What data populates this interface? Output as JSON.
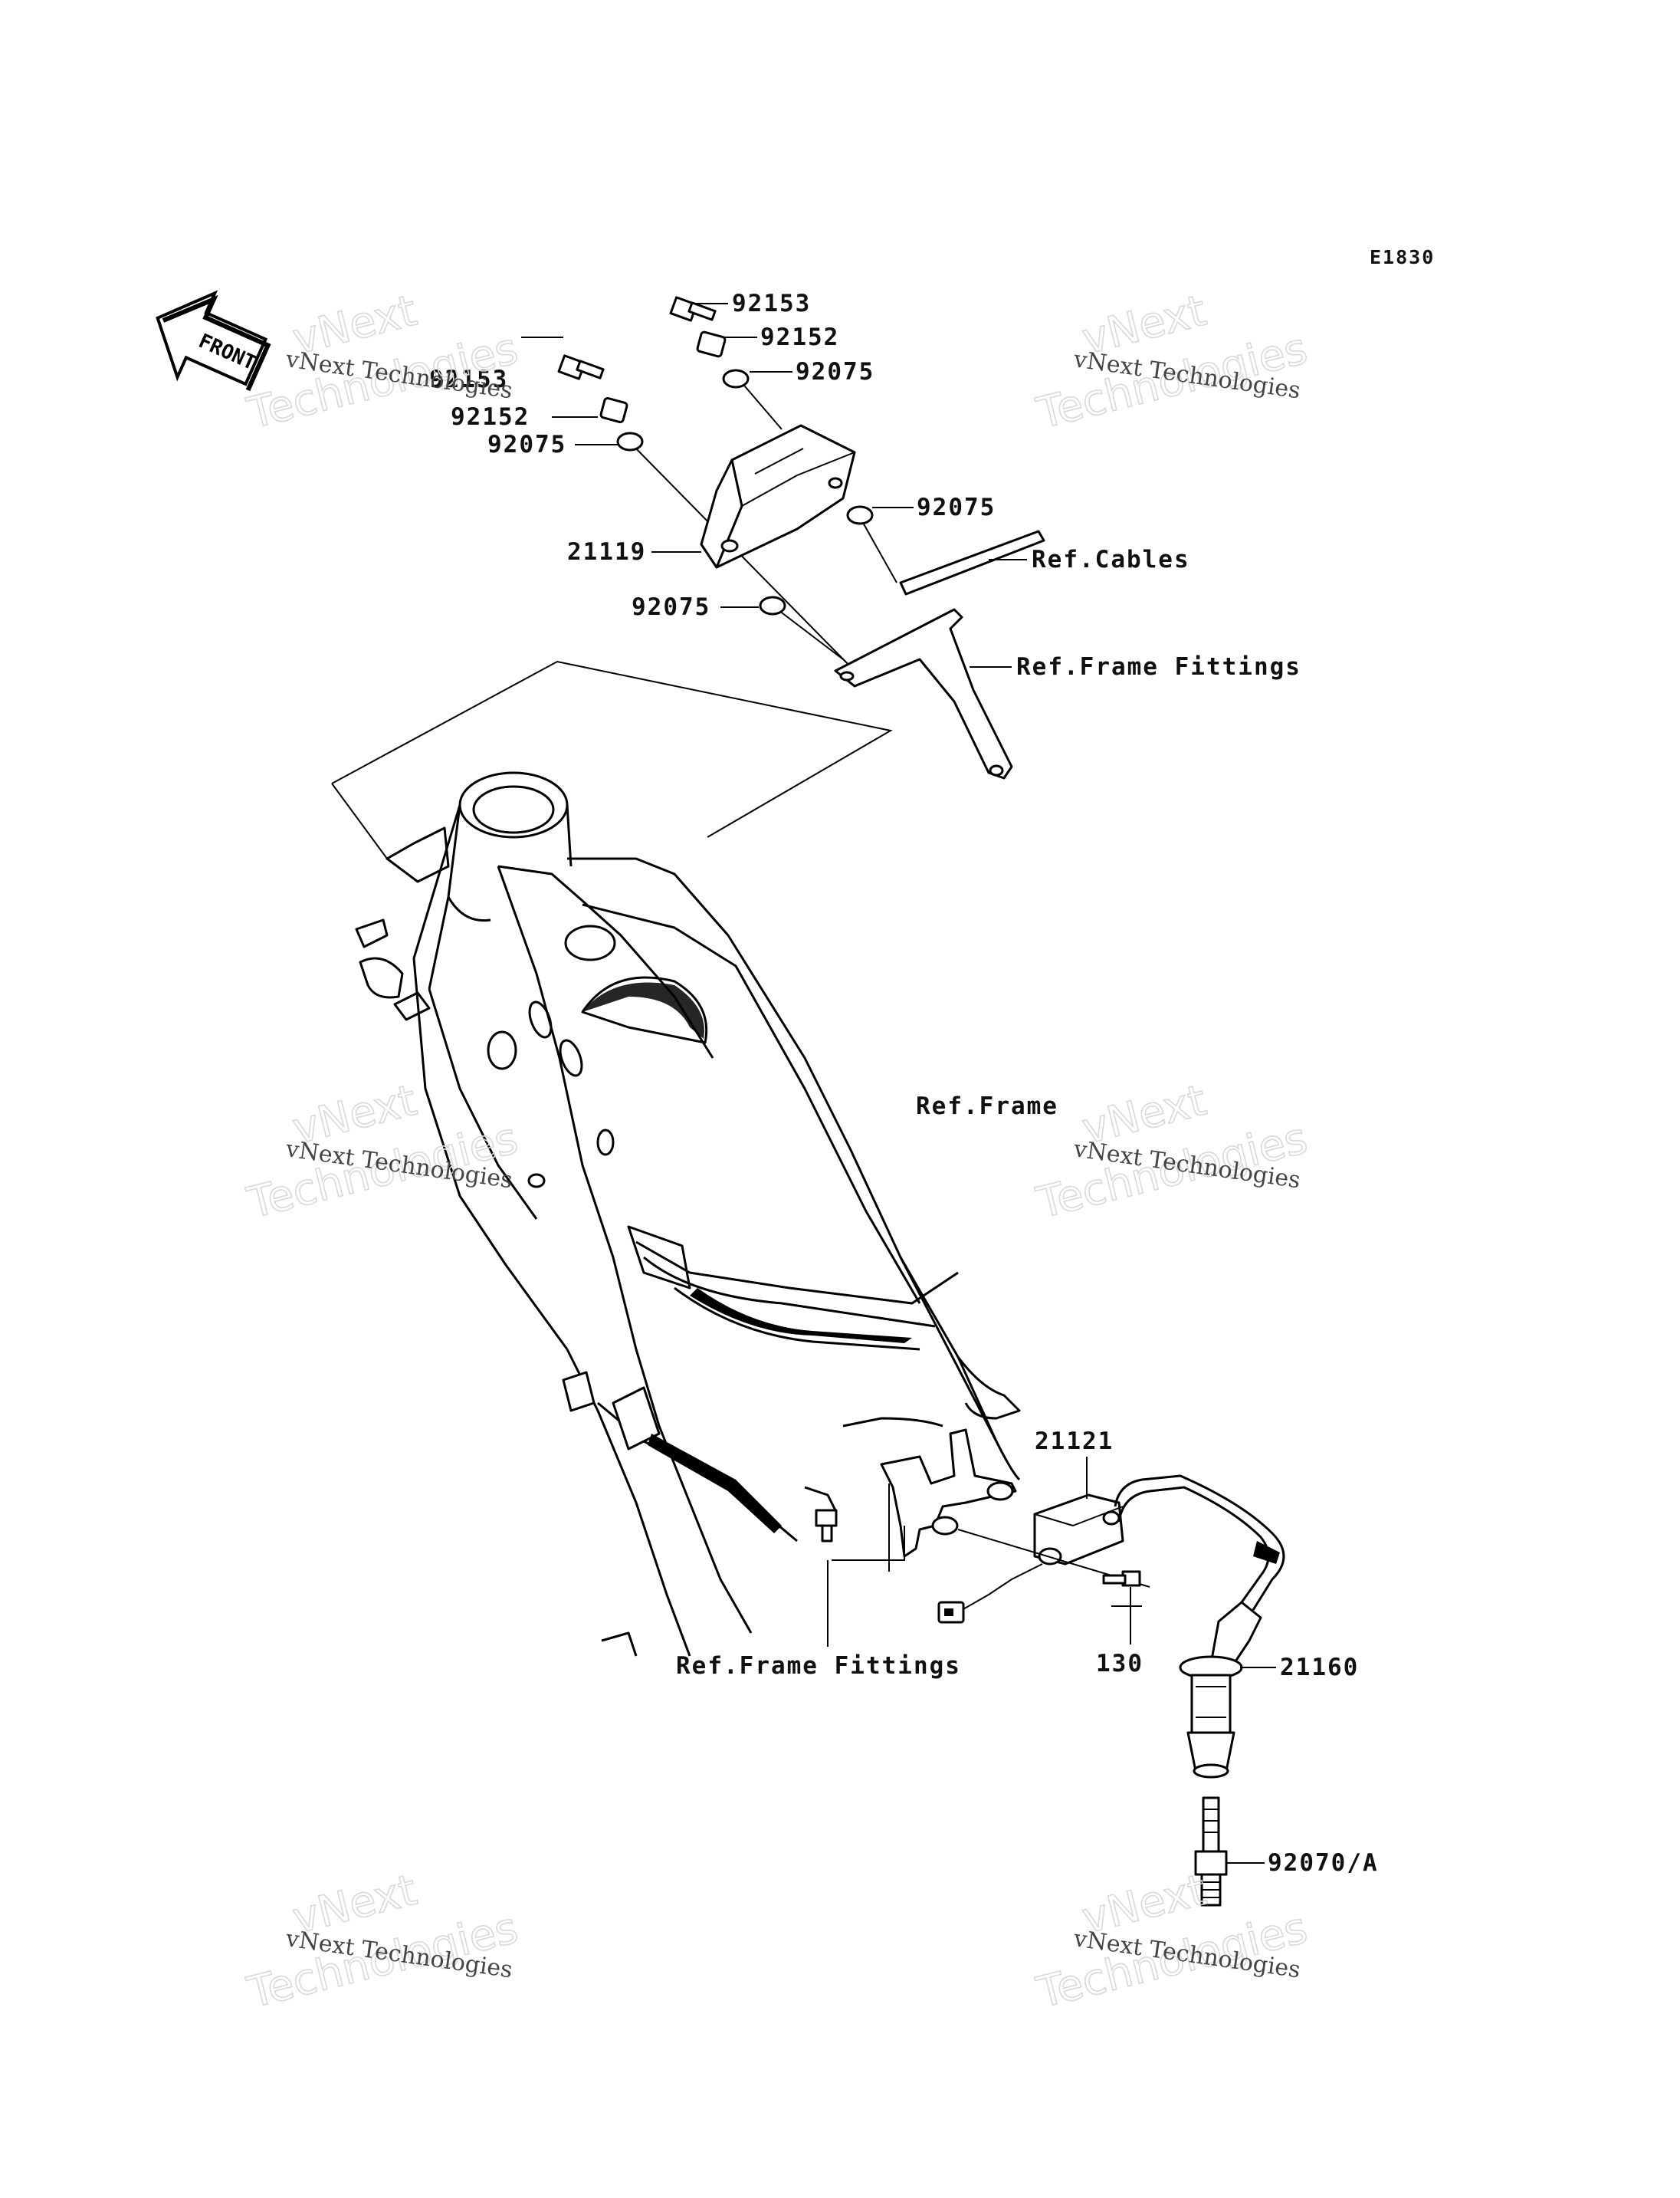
{
  "diagram": {
    "code": "E1830",
    "front_label": "FRONT",
    "watermark": {
      "brand": "vNext",
      "line2": "Technologies",
      "small": "vNext Technologies"
    },
    "callouts": [
      {
        "id": "92153_a",
        "text": "92153"
      },
      {
        "id": "92152_a",
        "text": "92152"
      },
      {
        "id": "92075_a",
        "text": "92075"
      },
      {
        "id": "92153_b",
        "text": "92153"
      },
      {
        "id": "92152_b",
        "text": "92152"
      },
      {
        "id": "92075_b",
        "text": "92075"
      },
      {
        "id": "92075_c",
        "text": "92075"
      },
      {
        "id": "21119",
        "text": "21119"
      },
      {
        "id": "92075_d",
        "text": "92075"
      },
      {
        "id": "ref_cables",
        "text": "Ref.Cables"
      },
      {
        "id": "ref_frame_fittings_top",
        "text": "Ref.Frame Fittings"
      },
      {
        "id": "ref_frame",
        "text": "Ref.Frame"
      },
      {
        "id": "21121",
        "text": "21121"
      },
      {
        "id": "ref_frame_fittings_bottom",
        "text": "Ref.Frame Fittings"
      },
      {
        "id": "130",
        "text": "130"
      },
      {
        "id": "21160",
        "text": "21160"
      },
      {
        "id": "92070A",
        "text": "92070/A"
      }
    ]
  }
}
